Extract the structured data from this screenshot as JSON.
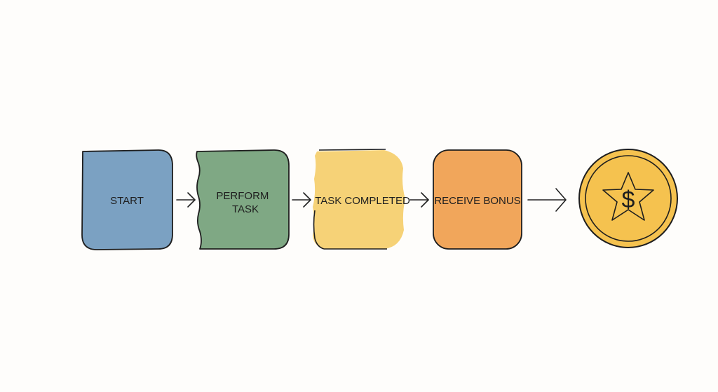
{
  "steps": [
    {
      "id": "start",
      "label_lines": [
        "START"
      ],
      "color": "#7ba1c2"
    },
    {
      "id": "perform-task",
      "label_lines": [
        "PERFORM",
        "TASK"
      ],
      "color": "#7fa884"
    },
    {
      "id": "task-completed",
      "label_lines": [
        "TASK COMPLETED"
      ],
      "color": "#f6d277"
    },
    {
      "id": "receive-bonus",
      "label_lines": [
        "RECEIVE BONUS"
      ],
      "color": "#f1a65b"
    }
  ],
  "reward": {
    "icon": "star-dollar-coin-icon",
    "symbol": "$",
    "coin_color": "#f5c24f",
    "rim_color": "#f8cf63"
  }
}
